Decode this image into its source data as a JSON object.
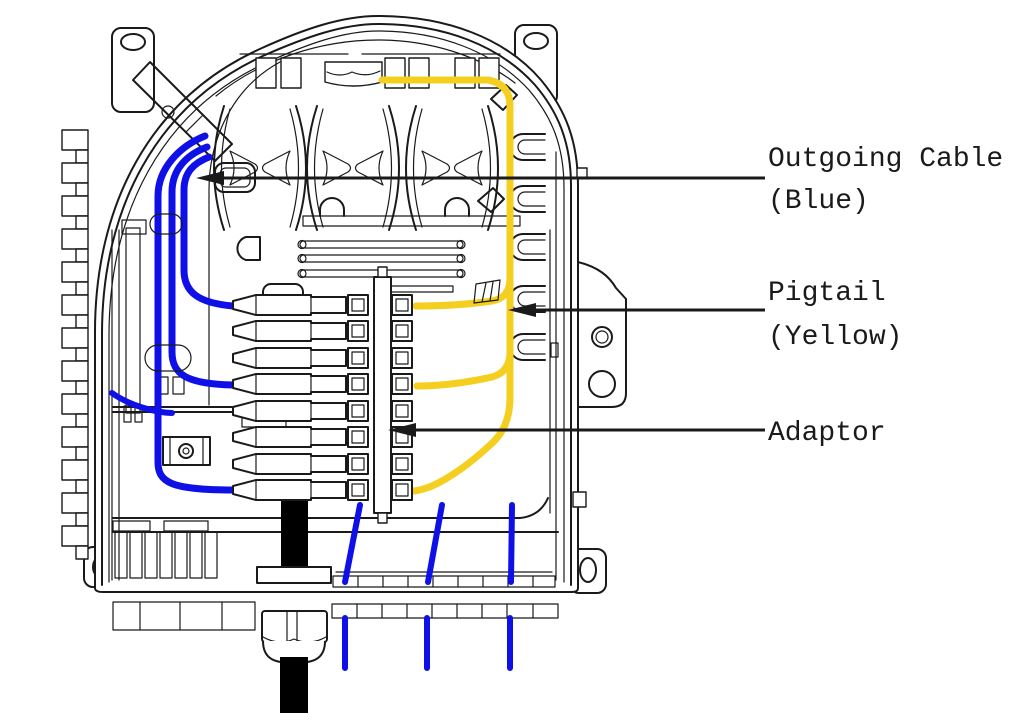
{
  "diagram": {
    "labels": {
      "outgoing_cable": {
        "line1": "Outgoing Cable",
        "line2": "(Blue)"
      },
      "pigtail": {
        "line1": "Pigtail",
        "line2": "(Yellow)"
      },
      "adaptor": {
        "line1": "Adaptor"
      }
    },
    "colors": {
      "outgoing_cable_blue": "#0f10e8",
      "pigtail_yellow": "#f5cf1f",
      "line_art": "#1a1a1a",
      "incoming_cable_black": "#000000",
      "background": "#ffffff"
    },
    "depicted": {
      "adaptor_ports": 8,
      "blue_outgoing_fibers": 3,
      "yellow_pigtails": 3,
      "blue_drop_cables": 3
    }
  }
}
